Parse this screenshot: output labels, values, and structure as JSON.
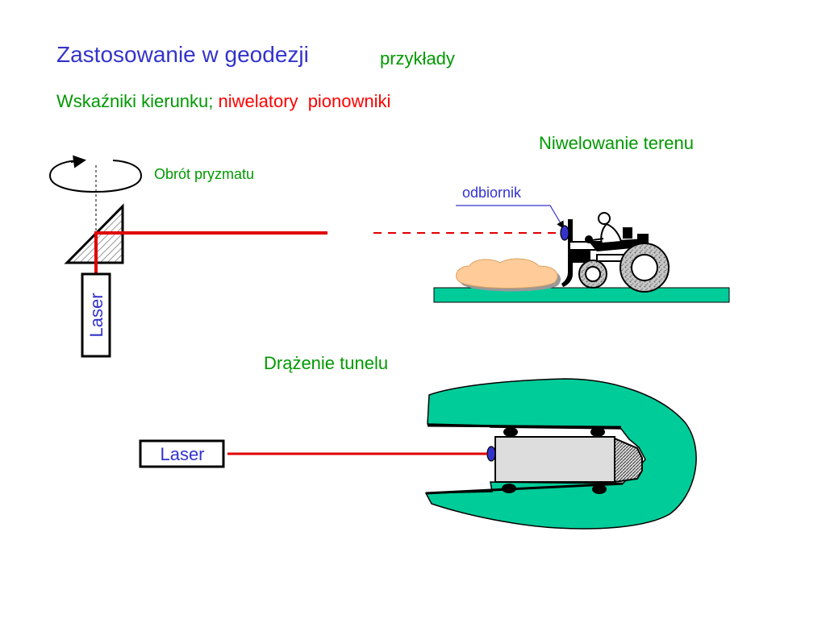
{
  "title": {
    "main": "Zastosowanie w geodezji",
    "sub": "przykłady"
  },
  "subtitle": {
    "part1": "Wskaźniki kierunku;",
    "part2": "niwelatory",
    "part3": "pionowniki"
  },
  "labels": {
    "niwelowanie": "Niwelowanie terenu",
    "obrot": "Obrót pryzmatu",
    "odbiornik": "odbiornik",
    "laser_vertical": "Laser",
    "drazenie": "Drążenie tunelu",
    "laser_horizontal": "Laser"
  },
  "colors": {
    "title_blue": "#3333cc",
    "label_green": "#009900",
    "accent_red": "#ff0000",
    "laser_text": "#3333cc",
    "ground": "#00cc99",
    "tunnel": "#00cc99",
    "beam": "#e00000"
  },
  "icons": [
    "rotation-arrow-icon",
    "prism-icon",
    "laser-device-icon",
    "receiver-icon",
    "tractor-icon",
    "boring-machine-icon"
  ]
}
